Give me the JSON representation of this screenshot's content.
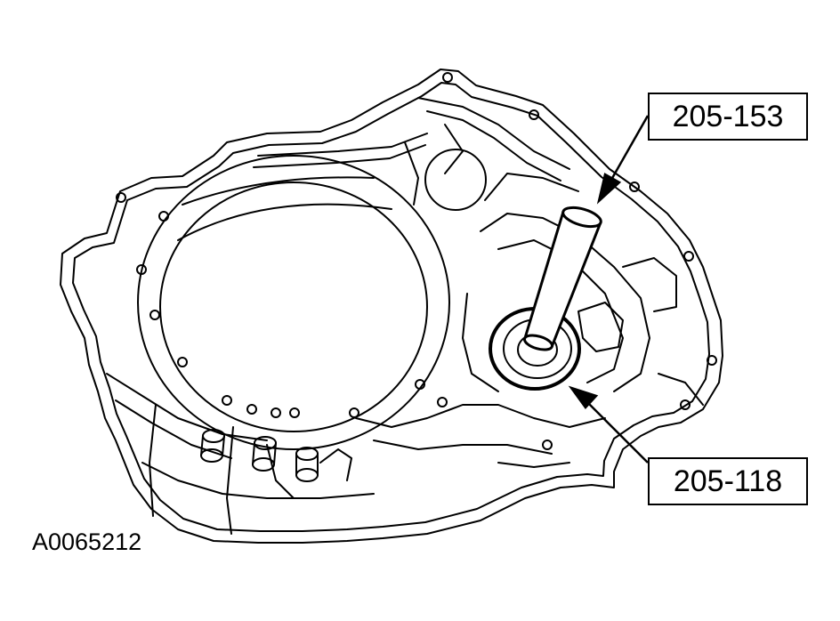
{
  "callouts": {
    "top": "205-153",
    "bottom": "205-118"
  },
  "figure_id": "A0065212",
  "colors": {
    "line": "#000000",
    "background": "#ffffff"
  }
}
